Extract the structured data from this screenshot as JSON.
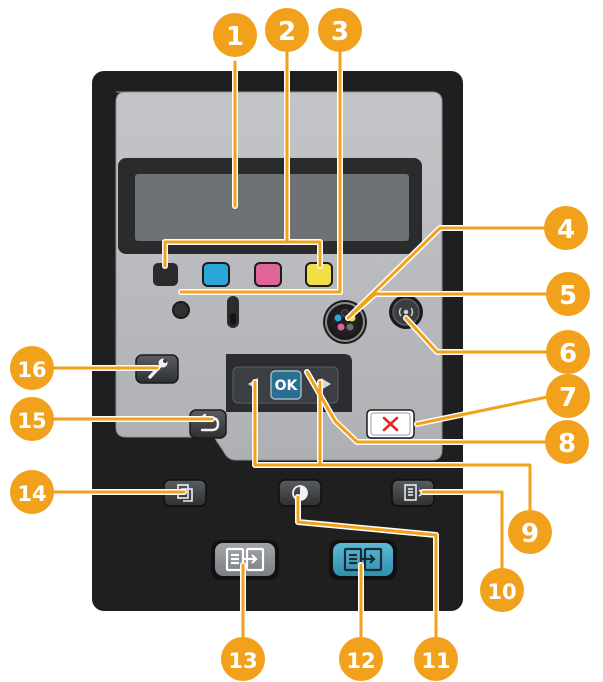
{
  "diagram": {
    "colors": {
      "panel_outer": "#1f1f1f",
      "panel_inner": "#b9bbbe",
      "lcd": "#6f7274",
      "callout": "#f2a11c",
      "cartridge_black": "#2a2a2a",
      "cartridge_cyan": "#2aa7d8",
      "cartridge_magenta": "#e0649a",
      "cartridge_yellow": "#f2df45",
      "copy_start_gray": "#8d9093",
      "copy_start_color": "#3ea4c4",
      "cancel_red": "#e0282d"
    },
    "callouts": [
      "1",
      "2",
      "3",
      "4",
      "5",
      "6",
      "7",
      "8",
      "9",
      "10",
      "11",
      "12",
      "13",
      "14",
      "15",
      "16"
    ],
    "buttons": {
      "ok_label": "OK"
    },
    "icons": {
      "setup": "wrench-icon",
      "back": "back-arrow-icon",
      "left": "left-arrow-icon",
      "right": "right-arrow-icon",
      "cancel": "x-icon",
      "wireless": "wireless-icon",
      "copy_settings": "copy-settings-icon",
      "lighter_darker": "lighter-darker-icon",
      "reduce_enlarge": "reduce-enlarge-icon",
      "start_copy": "start-copy-icon",
      "color_knob": "color-cartridge-knob-icon"
    }
  }
}
